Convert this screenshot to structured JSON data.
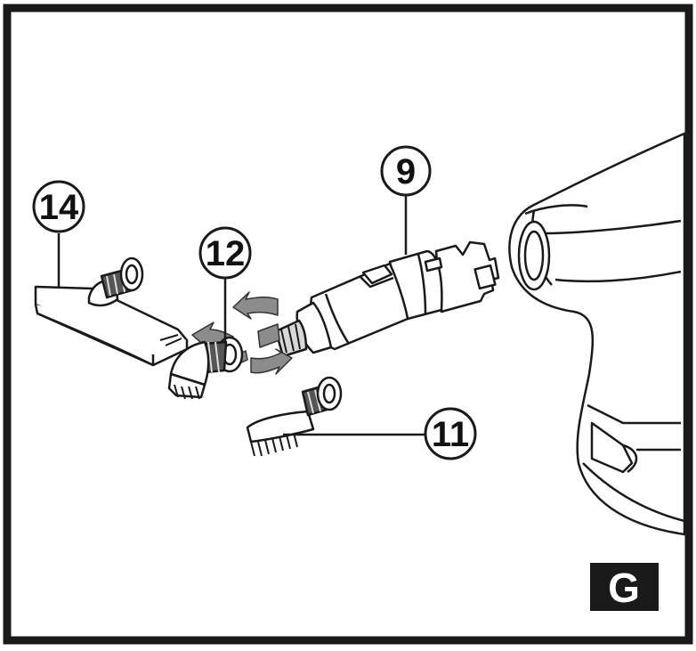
{
  "figure": {
    "panel_label": "G",
    "callouts": {
      "part_9": "9",
      "part_11": "11",
      "part_12": "12",
      "part_14": "14"
    },
    "colors": {
      "frame": "#1a1a1a",
      "arrow_fill": "#8c8c8c",
      "line": "#1a1a1a",
      "panel_label_bg": "#1a1a1a"
    }
  }
}
